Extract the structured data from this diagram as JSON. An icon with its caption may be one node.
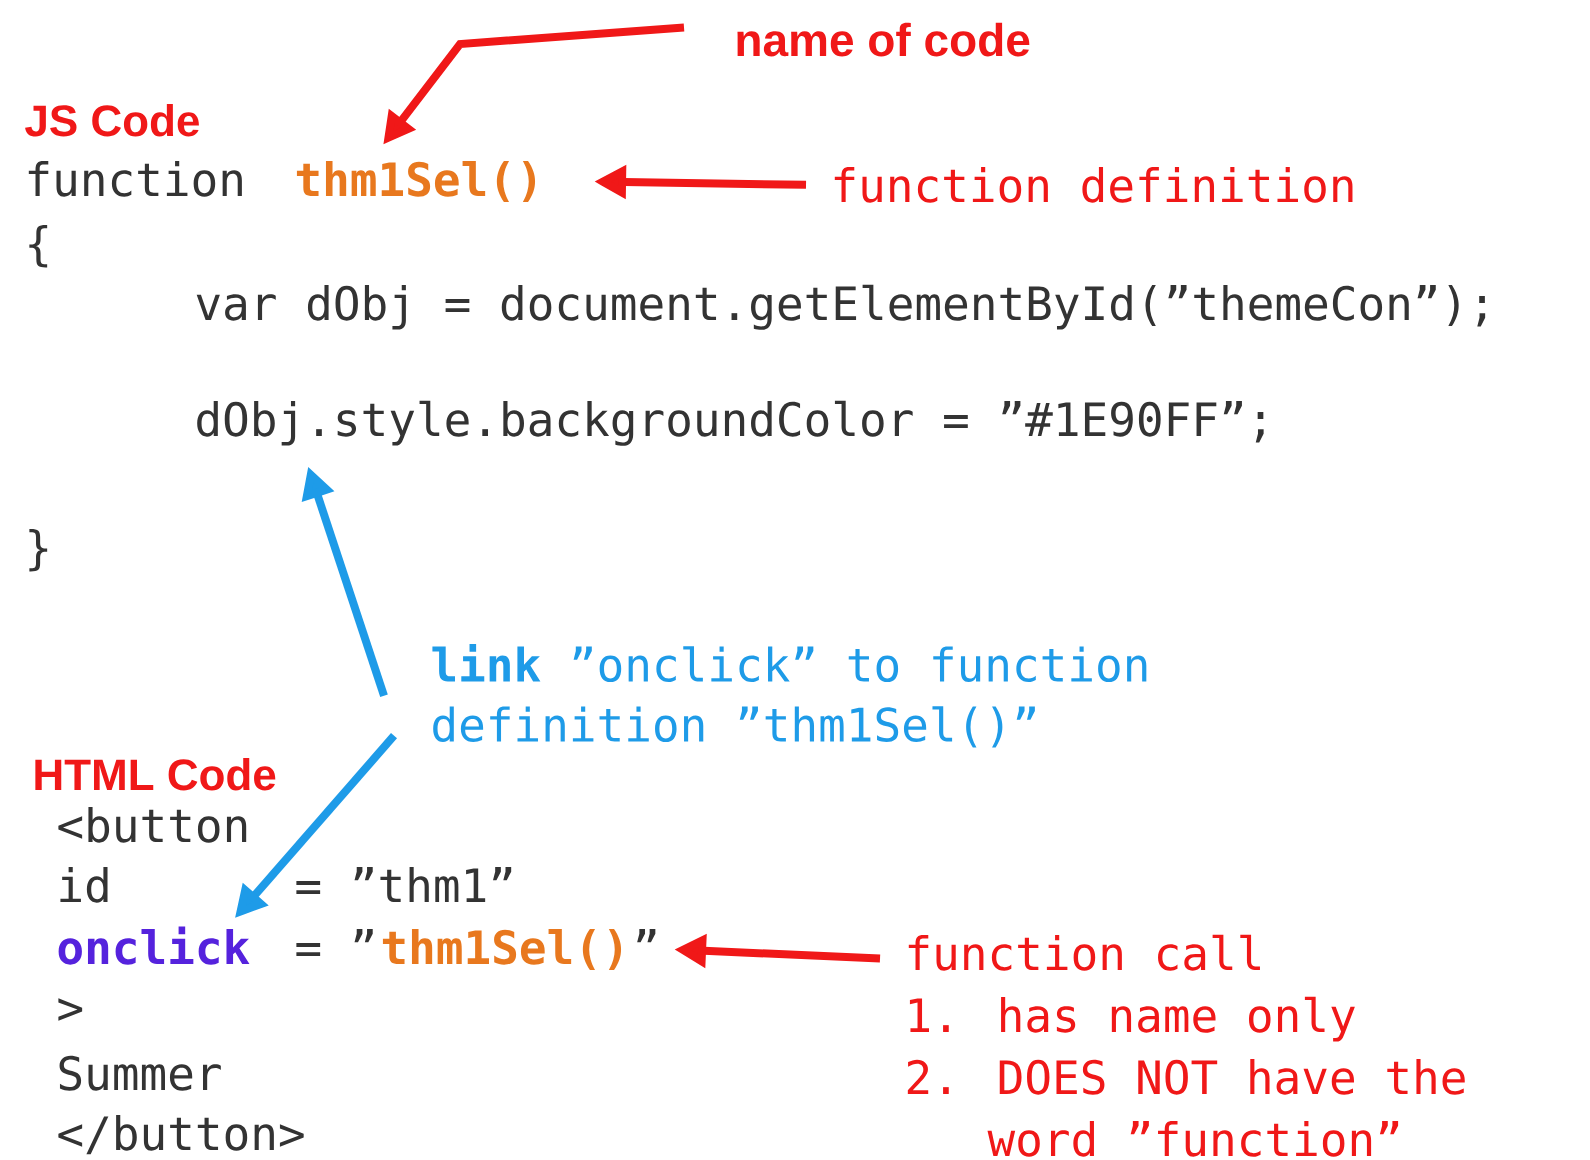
{
  "diagram": {
    "nodes": [
      {
        "text": [
          "name of code"
        ]
      },
      {
        "text": [
          "thm1Sel()"
        ]
      },
      {
        "text": [
          "function definition"
        ]
      },
      {
        "text": [
          "dObj.style.backgroundColor = ”#1E90FF”;"
        ]
      },
      {
        "text": [
          "**link** ”onclick” to function definition ”thm1Sel()”"
        ]
      },
      {
        "text": [
          "onclick"
        ]
      },
      {
        "text": [
          "thm1Sel()"
        ]
      },
      {
        "text": [
          "function call",
          "1. has name only",
          "2. DOES NOT have the word ”function”"
        ]
      }
    ],
    "edges": [
      {
        "from": 0,
        "to": 1,
        "arrow": "to"
      },
      {
        "from": 2,
        "to": 1,
        "arrow": "to"
      },
      {
        "from": 4,
        "to": 3,
        "arrow": "to",
        "color": "#1e9be8"
      },
      {
        "from": 4,
        "to": 5,
        "arrow": "to",
        "color": "#1e9be8"
      },
      {
        "from": 7,
        "to": 6,
        "arrow": "to"
      }
    ],
    "labels": [
      "JS Code",
      "function",
      "{",
      "var dObj = document.getElementById(”themeCon”);",
      "}",
      "HTML Code",
      "<button",
      "id",
      "= ”thm1”",
      "= ”",
      "”",
      ">",
      "Summer",
      "</button>"
    ]
  }
}
